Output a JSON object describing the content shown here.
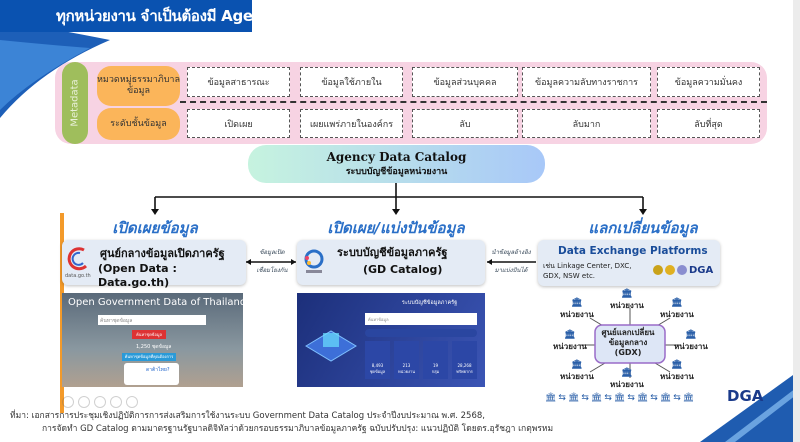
{
  "title": "ทุกหน่วยงาน จำเป็นต้องมี Agency Data Catalog",
  "metadata": {
    "label": "Metadata",
    "rows": [
      {
        "label": "หมวดหมู่ธรรมาภิบาลข้อมูล",
        "cells": [
          "ข้อมูลสาธารณะ",
          "ข้อมูลใช้ภายใน",
          "ข้อมูลส่วนบุคคล",
          "ข้อมูลความลับทางราชการ",
          "ข้อมูลความมั่นคง"
        ]
      },
      {
        "label": "ระดับชั้นข้อมูล",
        "cells": [
          "เปิดเผย",
          "เผยแพร่ภายในองค์กร",
          "ลับ",
          "ลับมาก",
          "ลับที่สุด"
        ]
      }
    ]
  },
  "catalog": {
    "title": "Agency Data Catalog",
    "subtitle": "ระบบบัญชีข้อมูลหน่วยงาน"
  },
  "sections": [
    {
      "heading": "เปิดเผยข้อมูล",
      "card_title": "ศูนย์กลางข้อมูลเปิดภาครัฐ",
      "card_sub": "(Open Data : Data.go.th)",
      "logo_text": "data.go.th"
    },
    {
      "heading": "เปิดเผย/แบ่งปันข้อมูล",
      "card_title": "ระบบบัญชีข้อมูลภาครัฐ",
      "card_sub": "(GD Catalog)"
    },
    {
      "heading": "แลกเปลี่ยนข้อมูล",
      "card_title": "Data Exchange Platforms",
      "card_sub": "เช่น Linkage Center, DXC, GDX, NSW etc.",
      "logo_text": "DGA"
    }
  ],
  "connectors": {
    "left": [
      "ข้อมูลเปิด",
      "เชื่อมโยงกัน"
    ],
    "right": [
      "นำข้อมูลอ้างอิง",
      "มาแบ่งปันได้"
    ]
  },
  "shot1": {
    "title": "Open Government Data of Thailand",
    "search_placeholder": "ค้นหาชุดข้อมูล",
    "button": "ค้นหาชุดข้อมูล",
    "count": "1,250 ชุดข้อมูล",
    "banner": "ค้นหาชุดข้อมูลที่คุณต้องการ",
    "badge": "ดาต้าไทย?"
  },
  "shot2": {
    "title": "ระบบบัญชีข้อมูลภาครัฐ",
    "search_placeholder": "ค้นหาข้อมูล",
    "stats": [
      {
        "value": "8,493",
        "label": "ชุดข้อมูล"
      },
      {
        "value": "213",
        "label": "หน่วยงาน"
      },
      {
        "value": "19",
        "label": "กลุ่ม"
      },
      {
        "value": "28,268",
        "label": "ทรัพยากร"
      }
    ]
  },
  "gdx": {
    "center": "ศูนย์แลกเปลี่ยนข้อมูลกลาง (GDX)",
    "node": "หน่วยงาน"
  },
  "footer": [
    "ที่มา: เอกสารการประชุมเชิงปฏิบัติการการส่งเสริมการใช้งานระบบ Government Data Catalog ประจำปีงบประมาณ พ.ศ. 2568,",
    "การจัดทำ GD Catalog ตามมาตรฐานรัฐบาลดิจิทัลว่าด้วยกรอบธรรมาภิบาลข้อมูลภาครัฐ ฉบับปรับปรุง: แนวปฏิบัติ โดยดร.อุรัชฎา เกตุพรหม"
  ],
  "brand": "DGA",
  "colors": {
    "banner": "#0a52b0",
    "pink": "#f7d3e3",
    "orange": "#fbb55a",
    "green": "#9fbe5c",
    "accent": "#2a6fc7"
  }
}
